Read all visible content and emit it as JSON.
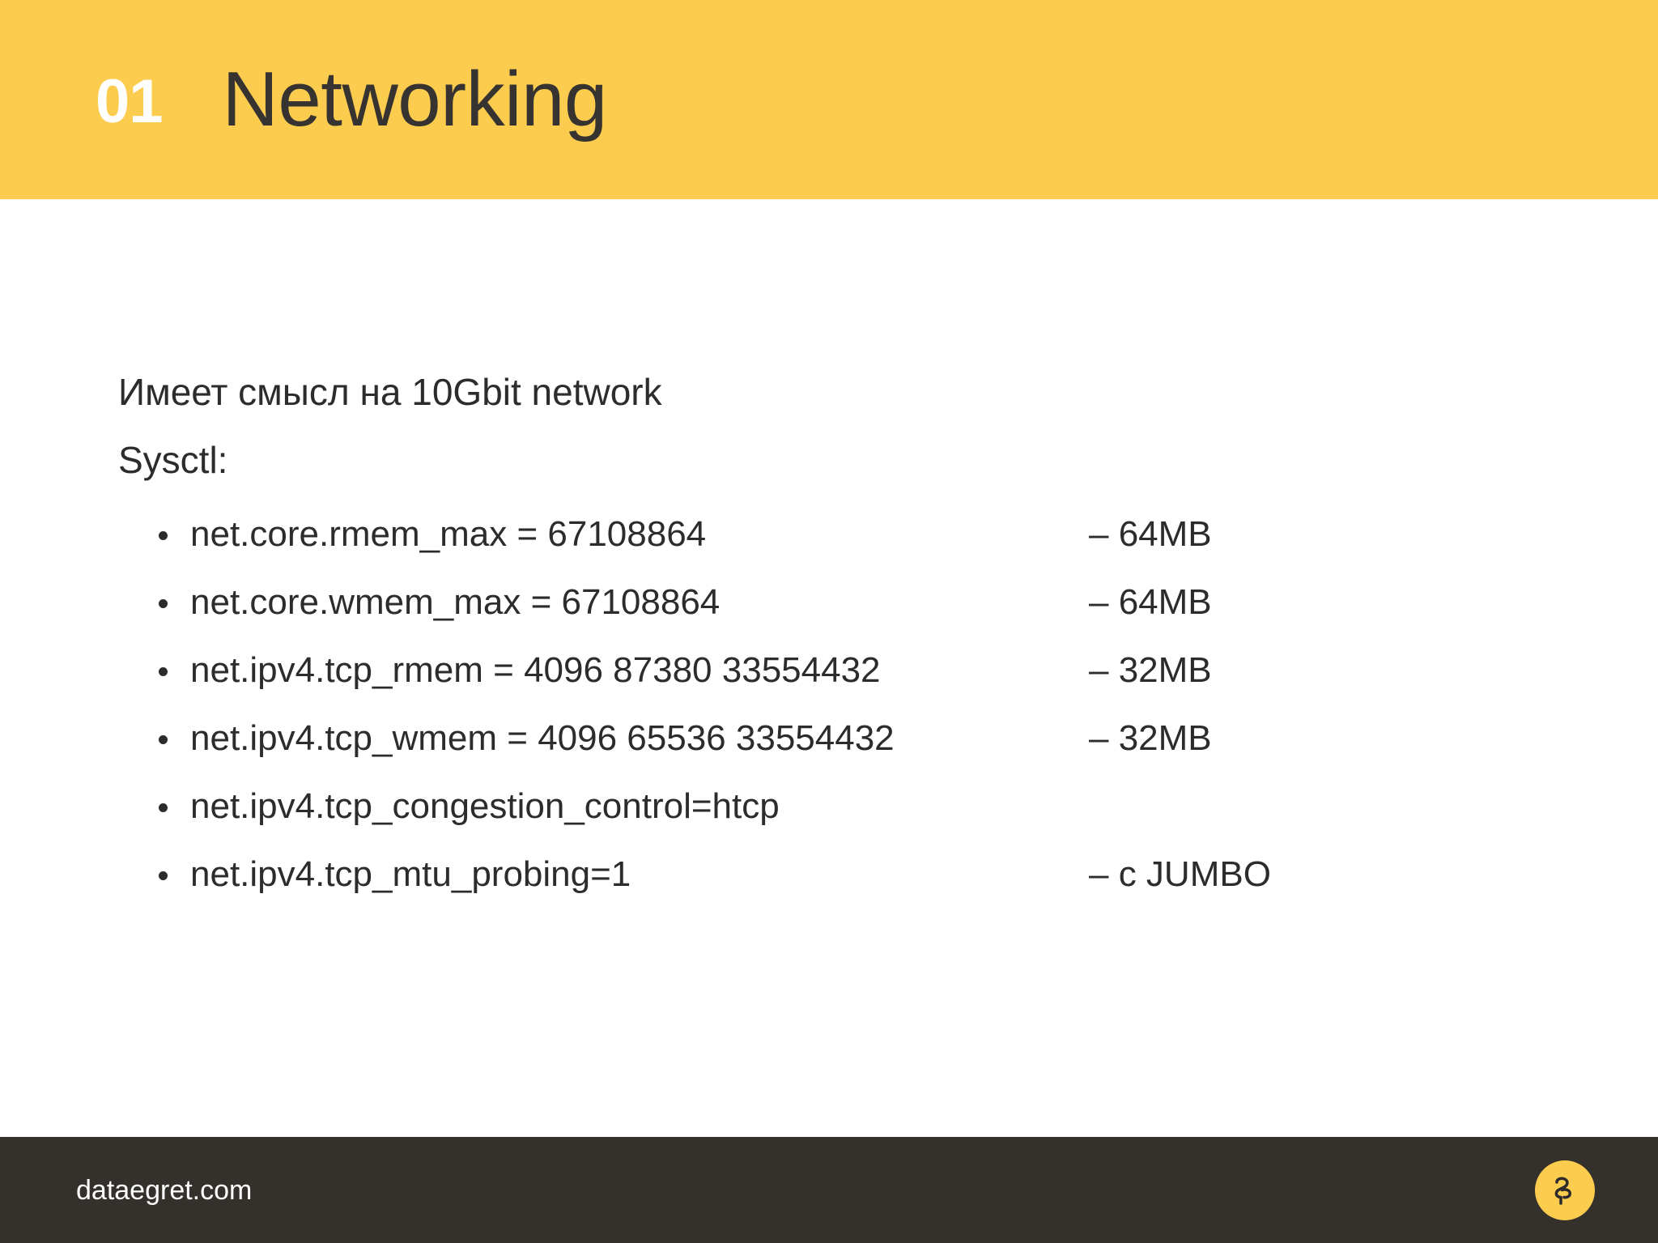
{
  "slide": {
    "number": "01",
    "title": "Networking",
    "accent_color": "#FBCC4E",
    "text_color": "#2e2c2a",
    "footer_color": "#34312C"
  },
  "body": {
    "lead_lines": [
      "Имеет смысл на 10Gbit network",
      "Sysctl:"
    ],
    "bullets": [
      {
        "text": "net.core.rmem_max = 67108864",
        "note": "– 64MB"
      },
      {
        "text": "net.core.wmem_max = 67108864",
        "note": "– 64MB"
      },
      {
        "text": "net.ipv4.tcp_rmem = 4096 87380 33554432",
        "note": "– 32MB"
      },
      {
        "text": "net.ipv4.tcp_wmem = 4096 65536 33554432",
        "note": "– 32MB"
      },
      {
        "text": "net.ipv4.tcp_congestion_control=htcp",
        "note": ""
      },
      {
        "text": "net.ipv4.tcp_mtu_probing=1",
        "note": "– с JUMBO"
      }
    ]
  },
  "footer": {
    "url": "dataegret.com",
    "logo_name": "dataegret-egret-logo"
  }
}
